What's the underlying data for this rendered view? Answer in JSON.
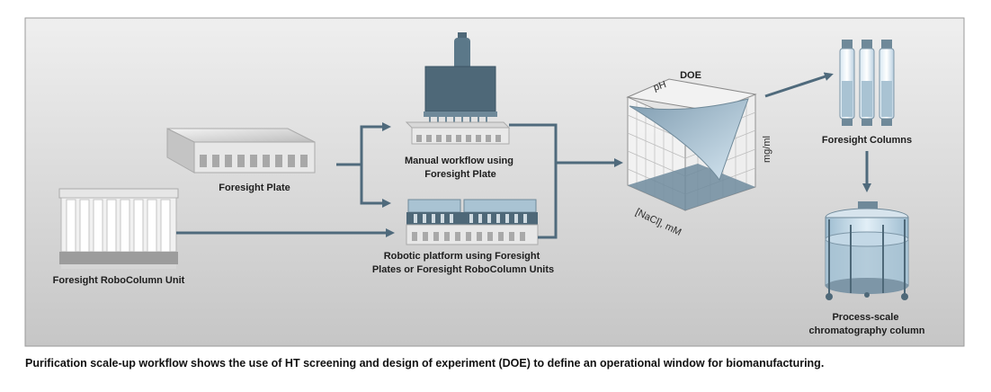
{
  "labels": {
    "foresight_plate": "Foresight Plate",
    "robocolumn_unit": "Foresight RoboColumn Unit",
    "manual_workflow": [
      "Manual workflow using",
      "Foresight Plate"
    ],
    "robotic_platform": [
      "Robotic platform using Foresight",
      "Plates or Foresight RoboColumn Units"
    ],
    "doe": "DOE",
    "foresight_columns": "Foresight Columns",
    "process_column": [
      "Process-scale",
      "chromatography column"
    ]
  },
  "axes": {
    "ph": "pH",
    "mgml": "mg/ml",
    "nacl": "[NaCl], mM"
  },
  "caption": "Purification scale-up workflow shows the use of HT screening and design of experiment (DOE) to define an operational window for biomanufacturing.",
  "colors": {
    "arrow": "#4f6a7c",
    "panel_top": "#ececec",
    "panel_bottom": "#c9c9c9",
    "device_dark": "#4e6878",
    "device_light": "#dcdcdc",
    "surface": "#a9c3d3",
    "liquid": "#b8d4e6"
  }
}
